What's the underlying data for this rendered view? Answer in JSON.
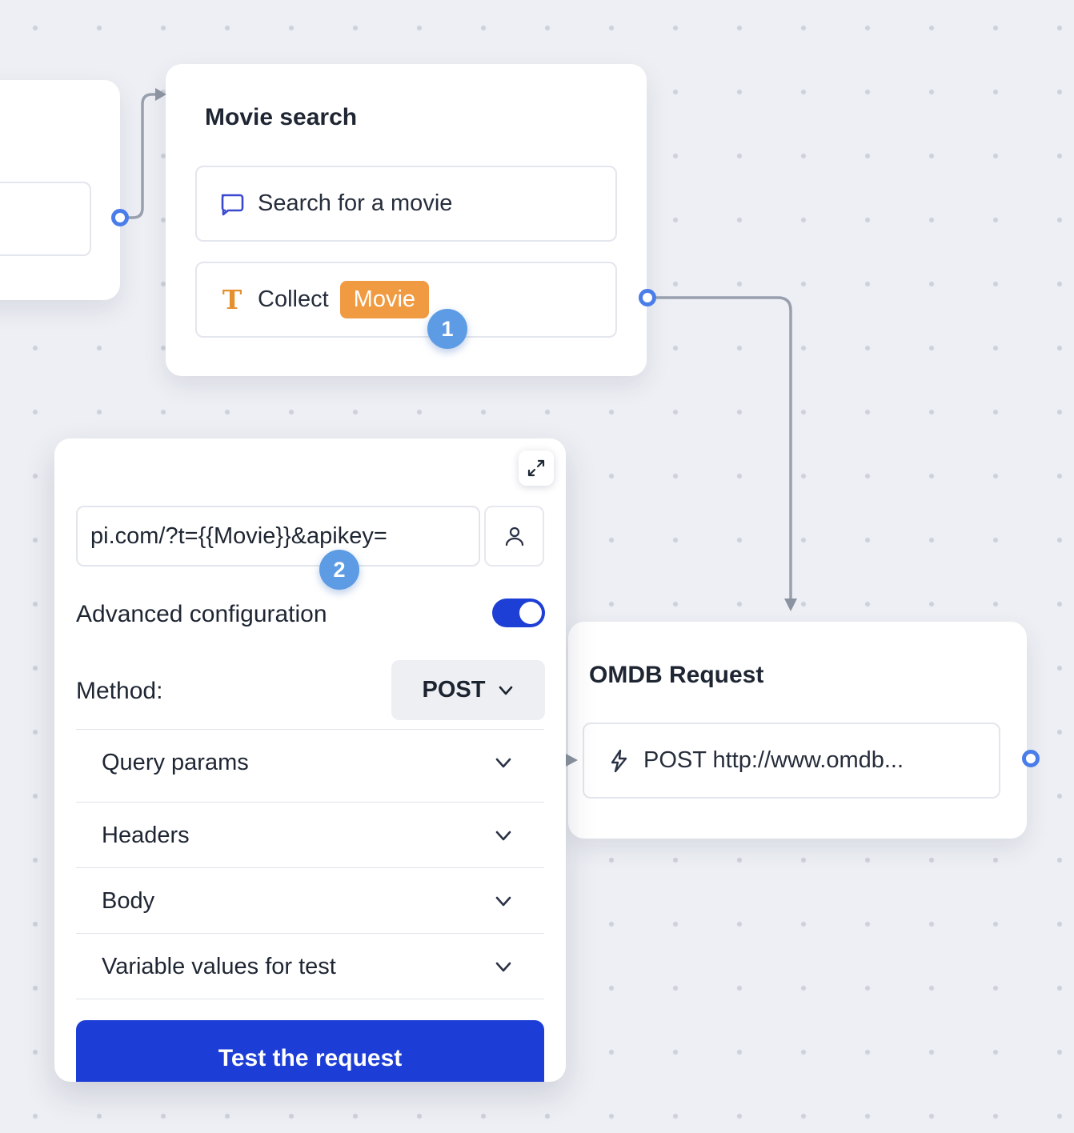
{
  "movie_search_node": {
    "title": "Movie search",
    "rows": [
      {
        "icon": "chat-bubble-icon",
        "label": "Search for a movie"
      },
      {
        "icon": "text-input-icon",
        "label": "Collect",
        "variable_chip": "Movie"
      }
    ]
  },
  "step_badges": {
    "one": "1",
    "two": "2"
  },
  "webhook_panel": {
    "url_input": {
      "value": "pi.com/?t={{Movie}}&apikey="
    },
    "advanced_configuration_label": "Advanced configuration",
    "advanced_configuration_enabled": true,
    "method_label": "Method:",
    "method_value": "POST",
    "sections": [
      {
        "label": "Query params"
      },
      {
        "label": "Headers"
      },
      {
        "label": "Body"
      },
      {
        "label": "Variable values for test"
      }
    ],
    "test_button_label": "Test the request"
  },
  "omdb_node": {
    "title": "OMDB Request",
    "request_row_label": "POST http://www.omdb..."
  },
  "colors": {
    "accent_blue": "#1c3ed6",
    "badge_blue": "#5d9ce4",
    "chip_orange": "#f09b42",
    "port_ring": "#4a7de9",
    "connector_gray": "#98a0ad"
  }
}
